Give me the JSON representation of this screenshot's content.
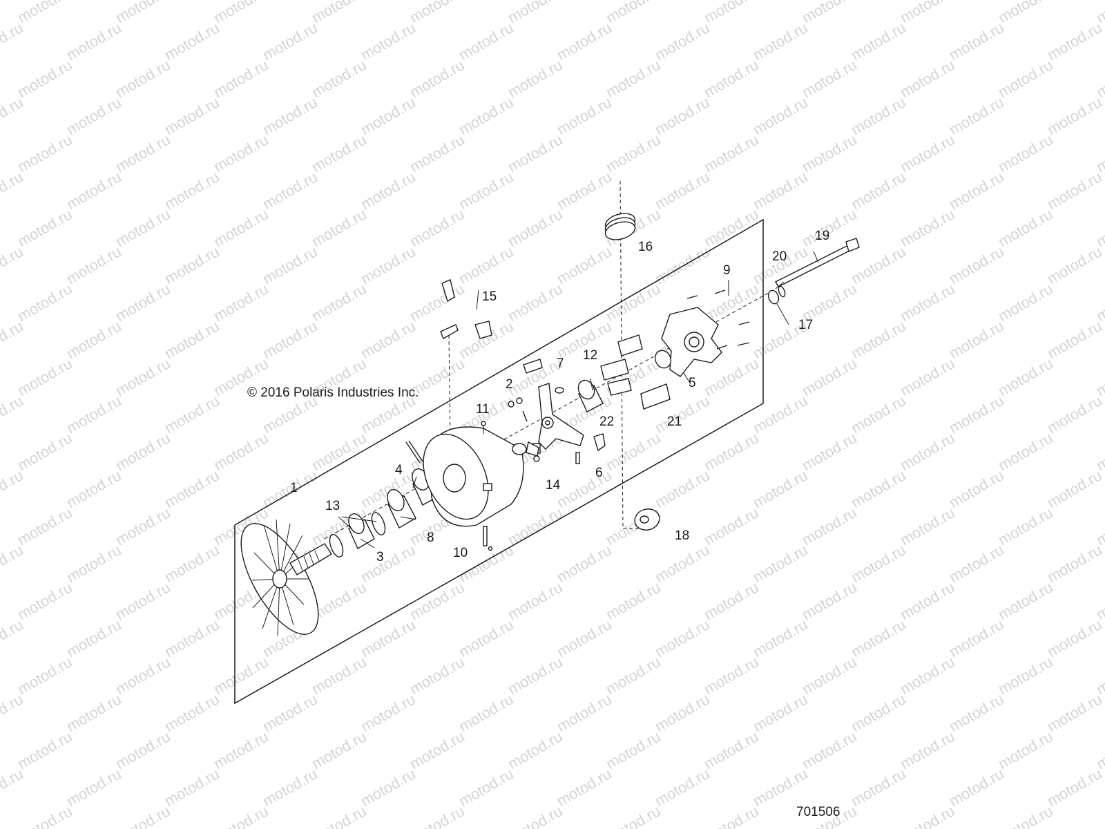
{
  "watermark": {
    "text": "motod.ru"
  },
  "copyright": "© 2016 Polaris Industries Inc.",
  "drawing_number": "701506",
  "callouts": {
    "c1": "1",
    "c2": "2",
    "c3": "3",
    "c4": "4",
    "c5": "5",
    "c6": "6",
    "c7": "7",
    "c8": "8",
    "c9": "9",
    "c10": "10",
    "c11": "11",
    "c12": "12",
    "c13": "13",
    "c14": "14",
    "c15": "15",
    "c16": "16",
    "c17": "17",
    "c18": "18",
    "c19": "19",
    "c20": "20",
    "c21": "21",
    "c22": "22"
  }
}
